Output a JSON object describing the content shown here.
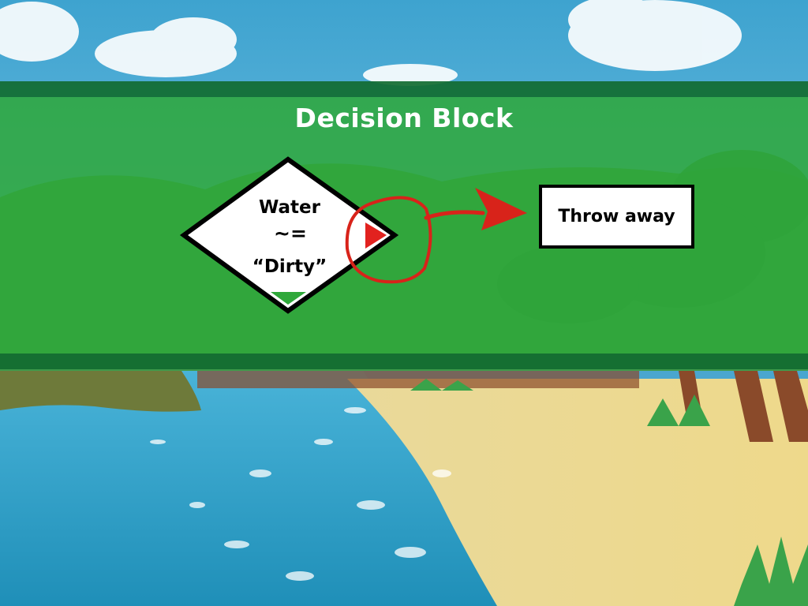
{
  "title": "Decision Block",
  "decision": {
    "line1": "Water",
    "line2": "~=",
    "line3": "“Dirty”"
  },
  "action": {
    "label": "Throw away"
  },
  "colors": {
    "banner_green": "#2ea83a",
    "strip_dark_green": "#116b30",
    "true_marker": "#2fa83a",
    "false_marker": "#e2221f",
    "annotation_red": "#d8231a"
  }
}
